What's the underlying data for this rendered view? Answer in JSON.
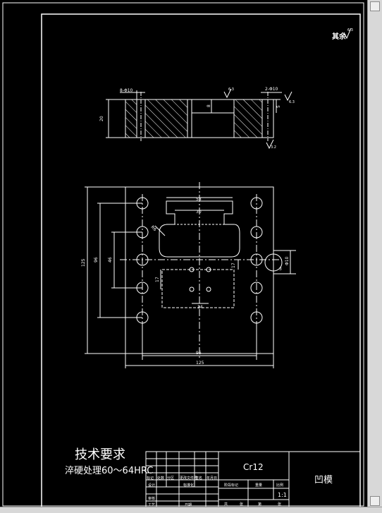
{
  "drawing": {
    "title_mark": "其余",
    "roughness_top": "6.3",
    "dims_section": {
      "left_holes": "8-Φ10",
      "right_holes": "2-Φ10",
      "height": "20",
      "inner_depth": "8",
      "right_small": "5",
      "rough_left": "6.3",
      "rough_right": "6.3",
      "rough_bottom": "3.2"
    },
    "dims_plan": {
      "top_width": "58",
      "inner_width": "30",
      "radius": "R6",
      "outer_height": "125",
      "inner_height": "96",
      "mid_height": "46",
      "offset_left": "17",
      "offset_right": "17",
      "small_pitch": "14",
      "bottom_inner": "96",
      "bottom_outer": "125",
      "detail_dia": "Φ10",
      "detail_small": "3"
    },
    "tech_title": "技术要求",
    "tech_note": "淬硬处理60～64HRC",
    "title_block": {
      "material": "Cr12",
      "part_name": "凹模",
      "scale": "1:1",
      "row_labels": [
        "标记",
        "处数",
        "分区",
        "更改文件号",
        "签名",
        "年月日"
      ],
      "designer_label": "设计",
      "standard_label": "标准化",
      "review_label": "审核",
      "process_label": "工艺",
      "date_label": "日期",
      "stage_label": "阶段标记",
      "weight_label": "重量",
      "scale_label": "比例",
      "sheet_label": "共",
      "page_label": "张",
      "sheet_of_label": "第",
      "page2_label": "张"
    }
  }
}
